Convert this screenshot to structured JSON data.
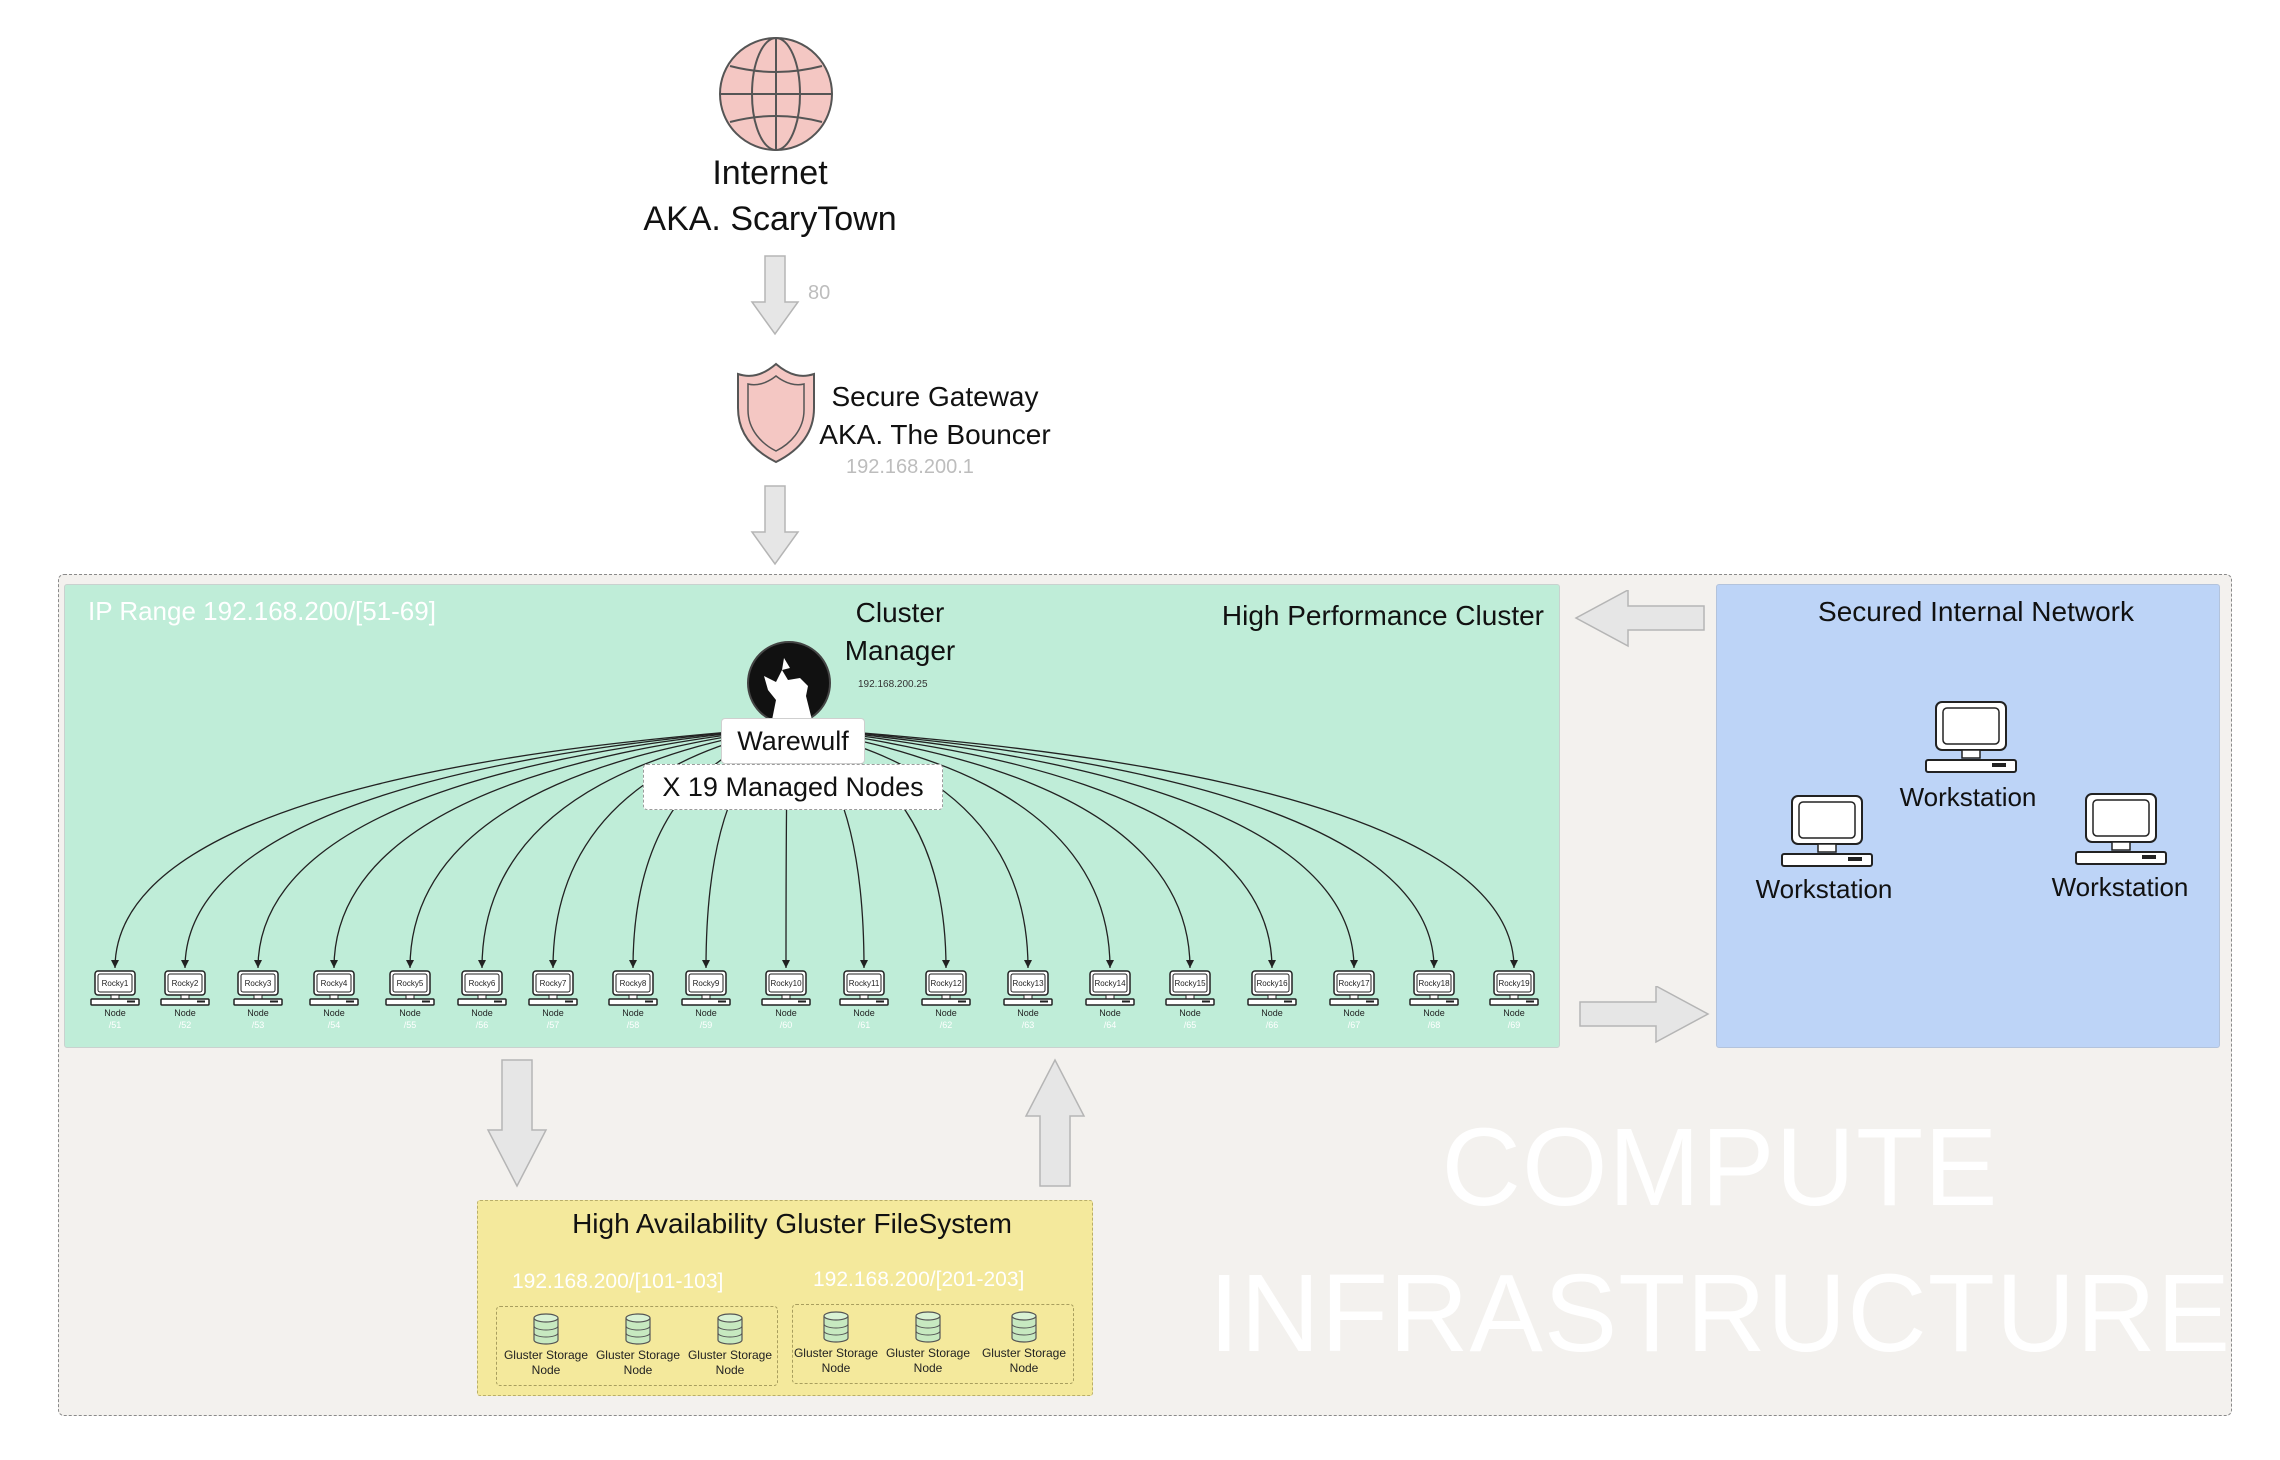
{
  "internet": {
    "line1": "Internet",
    "line2": "AKA. ScaryTown",
    "port": "80"
  },
  "gateway": {
    "line1": "Secure Gateway",
    "line2": "AKA. The Bouncer",
    "ip": "192.168.200.1"
  },
  "infrastructure": {
    "watermark_line1": "COMPUTE",
    "watermark_line2": "INFRASTRUCTURE"
  },
  "hpc": {
    "title": "High Performance Cluster",
    "ip_range": "IP Range 192.168.200/[51-69]",
    "manager_line1": "Cluster",
    "manager_line2": "Manager",
    "manager_ip": "192.168.200.25",
    "warewulf": "Warewulf",
    "managed_nodes": "X 19 Managed Nodes",
    "nodes": [
      {
        "name": "Rocky1",
        "label": "Node",
        "ip": "/51"
      },
      {
        "name": "Rocky2",
        "label": "Node",
        "ip": "/52"
      },
      {
        "name": "Rocky3",
        "label": "Node",
        "ip": "/53"
      },
      {
        "name": "Rocky4",
        "label": "Node",
        "ip": "/54"
      },
      {
        "name": "Rocky5",
        "label": "Node",
        "ip": "/55"
      },
      {
        "name": "Rocky6",
        "label": "Node",
        "ip": "/56"
      },
      {
        "name": "Rocky7",
        "label": "Node",
        "ip": "/57"
      },
      {
        "name": "Rocky8",
        "label": "Node",
        "ip": "/58"
      },
      {
        "name": "Rocky9",
        "label": "Node",
        "ip": "/59"
      },
      {
        "name": "Rocky10",
        "label": "Node",
        "ip": "/60"
      },
      {
        "name": "Rocky11",
        "label": "Node",
        "ip": "/61"
      },
      {
        "name": "Rocky12",
        "label": "Node",
        "ip": "/62"
      },
      {
        "name": "Rocky13",
        "label": "Node",
        "ip": "/63"
      },
      {
        "name": "Rocky14",
        "label": "Node",
        "ip": "/64"
      },
      {
        "name": "Rocky15",
        "label": "Node",
        "ip": "/65"
      },
      {
        "name": "Rocky16",
        "label": "Node",
        "ip": "/66"
      },
      {
        "name": "Rocky17",
        "label": "Node",
        "ip": "/67"
      },
      {
        "name": "Rocky18",
        "label": "Node",
        "ip": "/68"
      },
      {
        "name": "Rocky19",
        "label": "Node",
        "ip": "/69"
      }
    ]
  },
  "internal_network": {
    "title": "Secured Internal Network",
    "workstations": [
      "Workstation",
      "Workstation",
      "Workstation"
    ]
  },
  "gluster": {
    "title": "High Availability Gluster FileSystem",
    "groups": [
      {
        "range": "192.168.200/[101-103]",
        "nodes": [
          "Gluster Storage Node",
          "Gluster Storage Node",
          "Gluster Storage Node"
        ]
      },
      {
        "range": "192.168.200/[201-203]",
        "nodes": [
          "Gluster Storage Node",
          "Gluster Storage Node",
          "Gluster Storage Node"
        ]
      }
    ]
  },
  "colors": {
    "internet_fill": "#f4c7c3",
    "hpc_fill": "#bfedd8",
    "internal_fill": "#bdd4f7",
    "gluster_fill": "#f4e99c",
    "infra_fill": "#f3f1ee",
    "arrow_fill": "#e6e6e6"
  },
  "icons": {
    "internet": "globe-icon",
    "gateway": "shield-icon",
    "manager": "wolf-logo-icon",
    "node": "computer-icon",
    "storage": "database-icon"
  }
}
